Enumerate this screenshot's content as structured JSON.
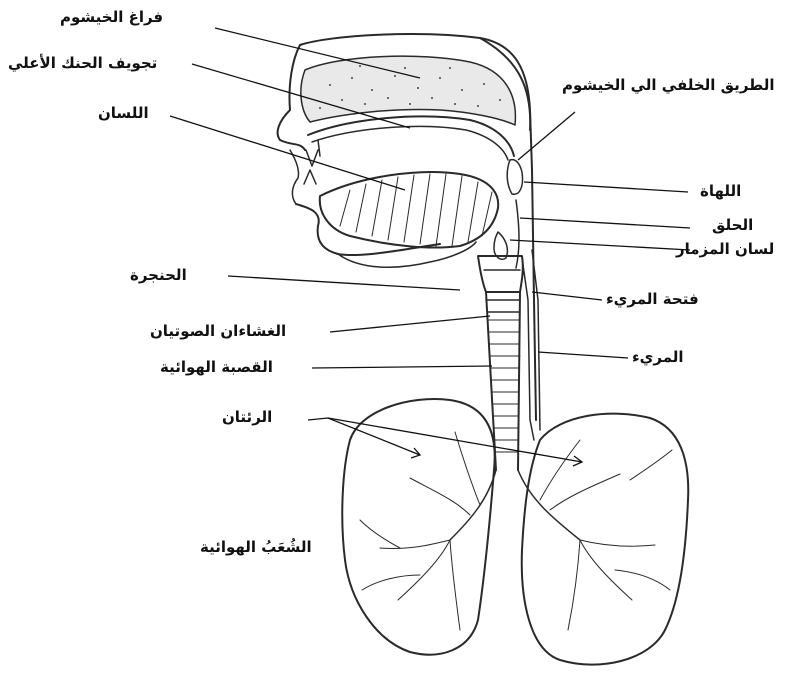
{
  "labels": {
    "nasal_cavity": "فراغ الخيشوم",
    "palate_cavity": "تجويف الحنك الأعلي",
    "tongue": "اللسان",
    "posterior_nasal_path": "الطريق الخلفي الي الخيشوم",
    "uvula": "اللهاة",
    "pharynx": "الحلق",
    "epiglottis": "لسان المزمار",
    "larynx": "الحنجرة",
    "esophagus_opening": "فتحة المريء",
    "vocal_cords": "الغشاءان الصوتيان",
    "trachea": "القصبة الهوائية",
    "esophagus": "المريء",
    "lungs": "الرئتان",
    "bronchi": "الشُعَبُ الهوائية"
  }
}
